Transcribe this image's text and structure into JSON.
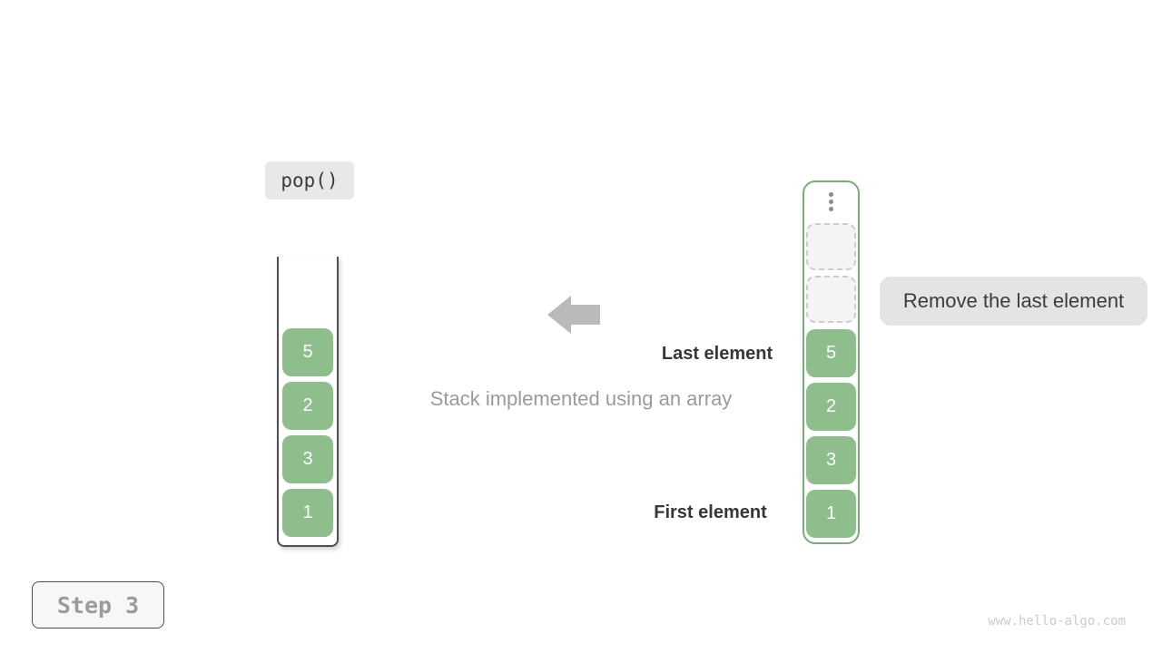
{
  "figure": {
    "operation_label": "pop()",
    "caption": "Stack implemented using an array",
    "last_element_label": "Last element",
    "first_element_label": "First element",
    "action_label": "Remove the last element",
    "step_label": "Step 3",
    "watermark": "www.hello-algo.com"
  },
  "stack": {
    "cells": [
      "5",
      "2",
      "3",
      "1"
    ]
  },
  "array": {
    "empty_slot_count": 2,
    "cells": [
      "5",
      "2",
      "3",
      "1"
    ]
  },
  "icons": {
    "arrow": "arrow-left-icon",
    "ellipsis": "vertical-ellipsis-icon"
  },
  "colors": {
    "canvas-bg": "#ffffff",
    "cell-green": "#8dbe8c",
    "array-border": "#74b074",
    "stack-border": "#4f4f4f",
    "label-bg": "#e8e8e8",
    "label-bg2": "#e4e4e4",
    "arrow-gray": "#bababa",
    "text-dark": "#3c3c3c",
    "text-bold": "#373737",
    "text-muted": "#9b9b9b",
    "dots-gray": "#8a8a8a",
    "empty-bg": "#f4f4f4",
    "empty-border": "#cdcdcd",
    "step-bg": "#f7f7f7",
    "step-border": "#4d4d4d",
    "watermark-gray": "#cbcbcb"
  }
}
